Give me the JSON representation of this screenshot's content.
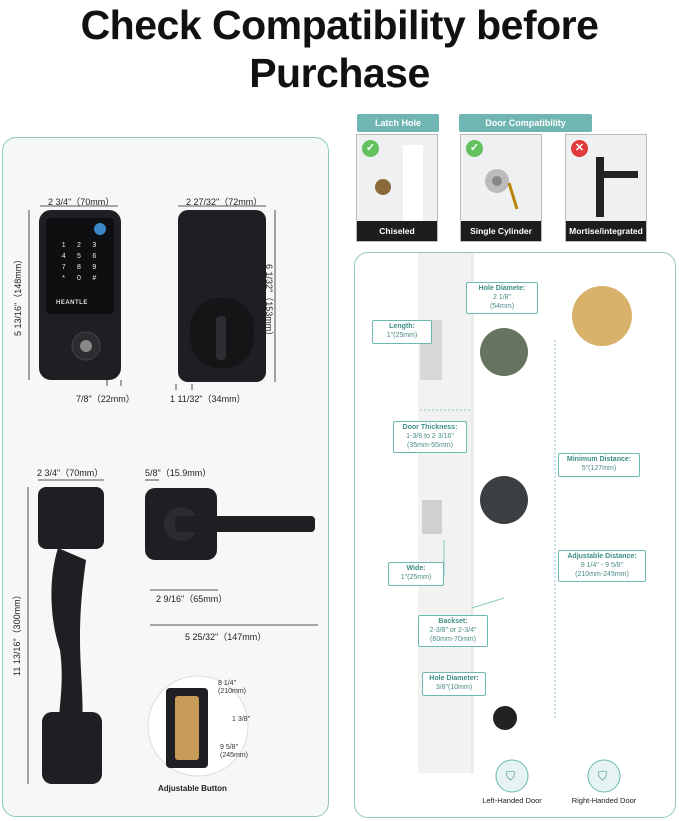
{
  "title": {
    "line1": "Check Compatibility before",
    "line2": "Purchase"
  },
  "left_panel": {
    "front_width": "2 3/4\"（70mm）",
    "front_height": "5 13/16\"（148mm）",
    "brand": "HEANTLE",
    "keypad": [
      "1",
      "2",
      "3",
      "4",
      "5",
      "6",
      "7",
      "8",
      "9",
      "*",
      "0",
      "#"
    ],
    "front_depth": "7/8\"（22mm）",
    "back_width": "2 27/32\"（72mm）",
    "back_height": "6 1/32\"（153mm）",
    "back_depth": "1 11/32\"（34mm）",
    "handle_width": "2 3/4\"（70mm）",
    "handle_height": "11 13/16\"（300mm）",
    "lever_thickness": "5/8\"（15.9mm）",
    "lever_rose": "2 9/16\"（65mm）",
    "lever_length": "5 25/32\"（147mm）",
    "adjust_a": "8 1/4\"",
    "adjust_a_mm": "(210mm)",
    "adjust_b": "1 3/8\"",
    "adjust_c": "9 5/8\"",
    "adjust_c_mm": "(245mm)",
    "adjust_caption": "Adjustable Button"
  },
  "compat": {
    "tab_latch": "Latch Hole",
    "tab_door": "Door Compatibility",
    "items": [
      {
        "caption": "Chiseled",
        "status": "ok"
      },
      {
        "caption": "Single Cylinder",
        "status": "ok"
      },
      {
        "caption": "Mortise/integrated",
        "status": "no"
      }
    ]
  },
  "right_panel": {
    "hole_diameter_title": "Hole Diamete:",
    "hole_diameter_value": "2 1/8\"\n(54mm)",
    "length_title": "Length:",
    "length_value": "1\"(25mm)",
    "thickness_title": "Door Thickness:",
    "thickness_value": "1-3/8 to 2 3/16\"\n(35mm-55mm)",
    "min_title": "Minimum Distance:",
    "min_value": "5\"(127mm)",
    "adj_title": "Adjustable Distance:",
    "adj_value": "8 1/4\" - 9 5/8\"\n(210mm-245mm)",
    "wide_title": "Wide:",
    "wide_value": "1\"(25mm)",
    "backset_title": "Backset:",
    "backset_value": "2-3/8\" or 2-3/4\"\n(60mm-70mm)",
    "small_hole_title": "Hole Diameter:",
    "small_hole_value": "3/8\"(10mm)",
    "left_door": "Left-Handed Door",
    "right_door": "Right-Handed Door"
  }
}
